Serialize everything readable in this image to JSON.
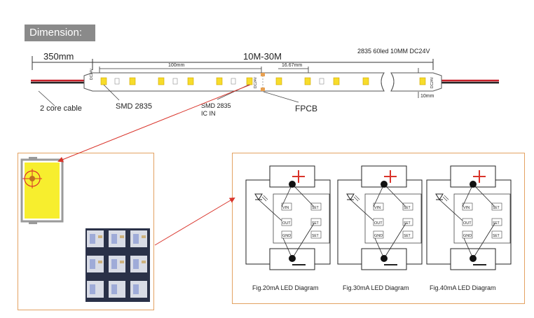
{
  "header": {
    "badge": "Dimension:"
  },
  "strip": {
    "lead_length": "350mm",
    "strip_length": "10M-30M",
    "spec": "2835 60led 10MM DC24V",
    "segment_length": "100mm",
    "pitch": "16.67mm",
    "width": "10mm",
    "voltage_marking": "DC24V",
    "cable_label": "2 core cable",
    "led_label": "SMD 2835",
    "ic_label_line1": "SMD 2835",
    "ic_label_line2": "IC IN",
    "fpcb_label": "FPCB"
  },
  "diagrams": [
    {
      "caption": "Fig.20mA  LED Diagram"
    },
    {
      "caption": "Fig.30mA  LED Diagram"
    },
    {
      "caption": "Fig.40mA  LED Diagram"
    }
  ],
  "ic_pins": {
    "vin": "VIN",
    "out": "OUT",
    "gnd": "GND",
    "right": "SET"
  },
  "colors": {
    "accent_border": "#e3a262",
    "arrow": "#d9342b",
    "led": "#f7dc2a",
    "cable_red": "#c8202a",
    "badge": "#8a8a8a"
  }
}
